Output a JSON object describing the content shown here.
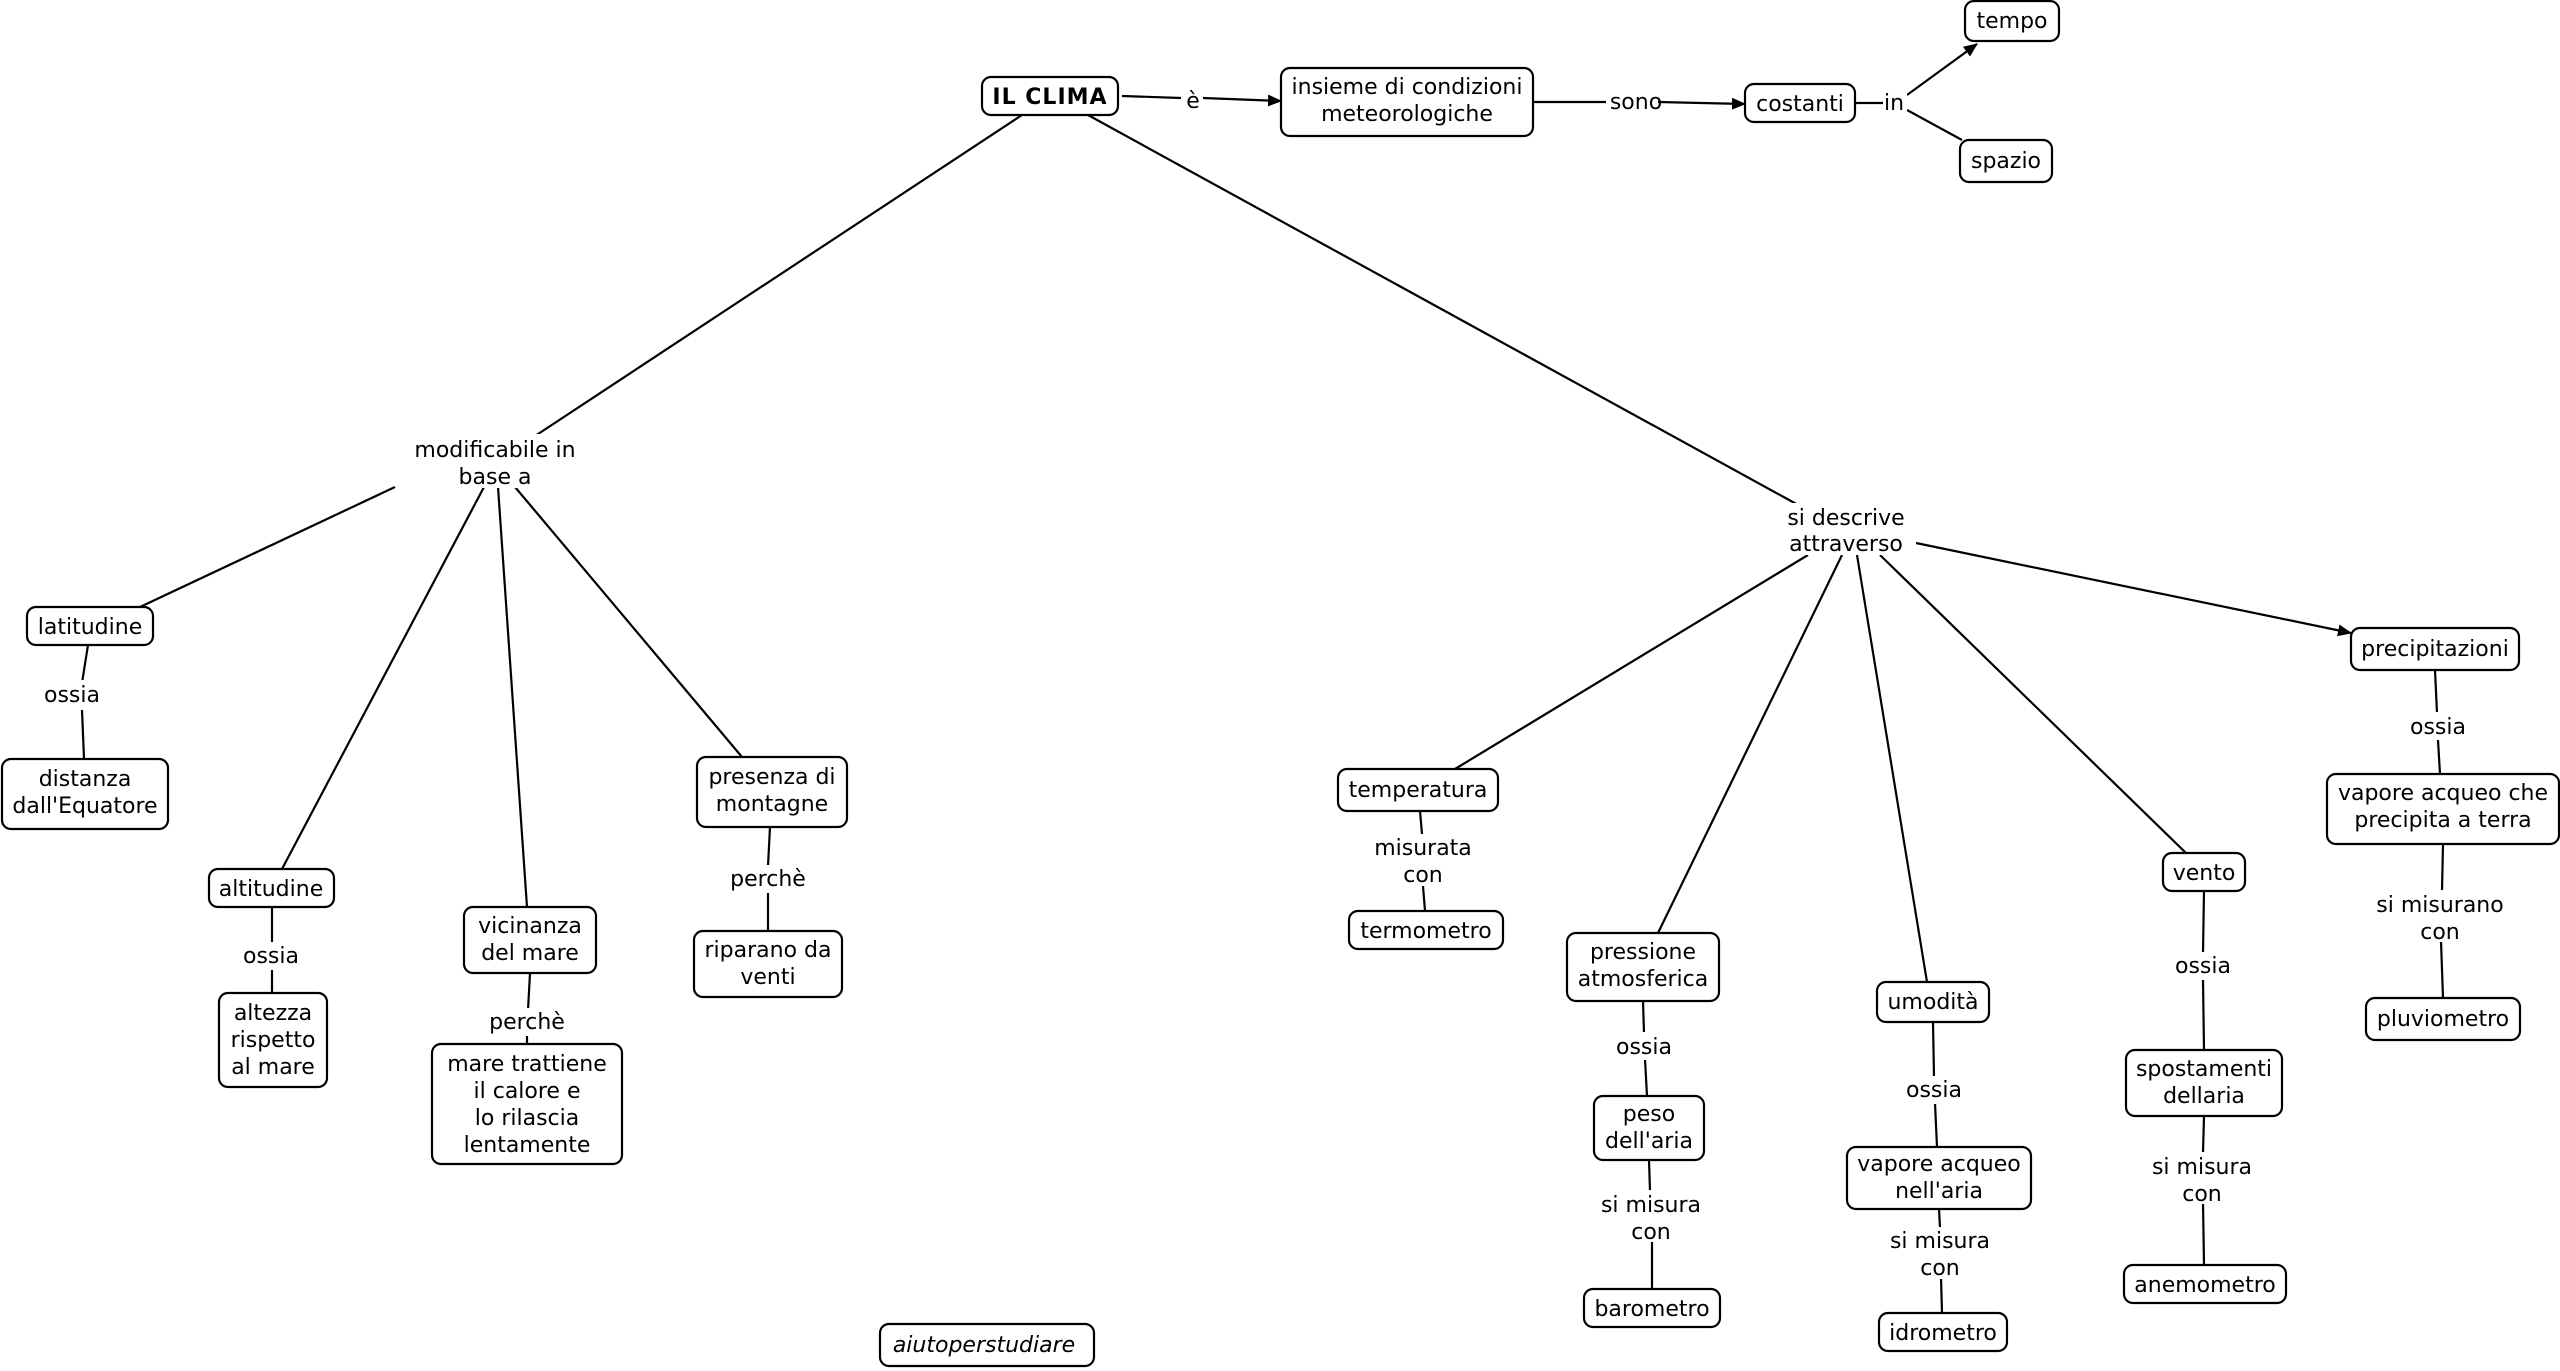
{
  "nodes": {
    "root": "IL CLIMA",
    "insieme": [
      "insieme di condizioni",
      "meteorologiche"
    ],
    "costanti": "costanti",
    "tempo": "tempo",
    "spazio": "spazio",
    "latitudine": "latitudine",
    "distanza": [
      "distanza",
      "dall'Equatore"
    ],
    "altitudine": "altitudine",
    "altezza": [
      "altezza",
      "rispetto",
      "al mare"
    ],
    "vicinanza": [
      "vicinanza",
      "del mare"
    ],
    "mare": [
      "mare trattiene",
      "il calore e",
      "lo rilascia",
      "lentamente"
    ],
    "montagne": [
      "presenza di",
      "montagne"
    ],
    "riparano": [
      "riparano da",
      "venti"
    ],
    "temperatura": "temperatura",
    "termometro": "termometro",
    "pressione": [
      "pressione",
      "atmosferica"
    ],
    "peso": [
      "peso",
      "dell'aria"
    ],
    "barometro": "barometro",
    "umodita": "umodità",
    "vapore_aria": [
      "vapore acqueo",
      "nell'aria"
    ],
    "idrometro": "idrometro",
    "vento": "vento",
    "spostamenti": [
      "spostamenti",
      "dellaria"
    ],
    "anemometro": "anemometro",
    "precipitazioni": "precipitazioni",
    "vapore_terra": [
      "vapore acqueo che",
      "precipita a terra"
    ],
    "pluviometro": "pluviometro",
    "credit": "aiutoperstudiare"
  },
  "links": {
    "e": "è",
    "sono": "sono",
    "in": "in",
    "modificabile": [
      "modificabile in",
      "base a"
    ],
    "descrive": [
      "si descrive",
      "attraverso"
    ],
    "ossia_lat": "ossia",
    "ossia_alt": "ossia",
    "perche_vic": "perchè",
    "perche_mont": "perchè",
    "misurata": [
      "misurata",
      "con"
    ],
    "ossia_press": "ossia",
    "simisura_peso": [
      "si misura",
      "con"
    ],
    "ossia_umo": "ossia",
    "simisura_vap": [
      "si misura",
      "con"
    ],
    "ossia_vento": "ossia",
    "simisura_spost": [
      "si misura",
      "con"
    ],
    "ossia_prec": "ossia",
    "simisurano": [
      "si misurano",
      "con"
    ]
  }
}
